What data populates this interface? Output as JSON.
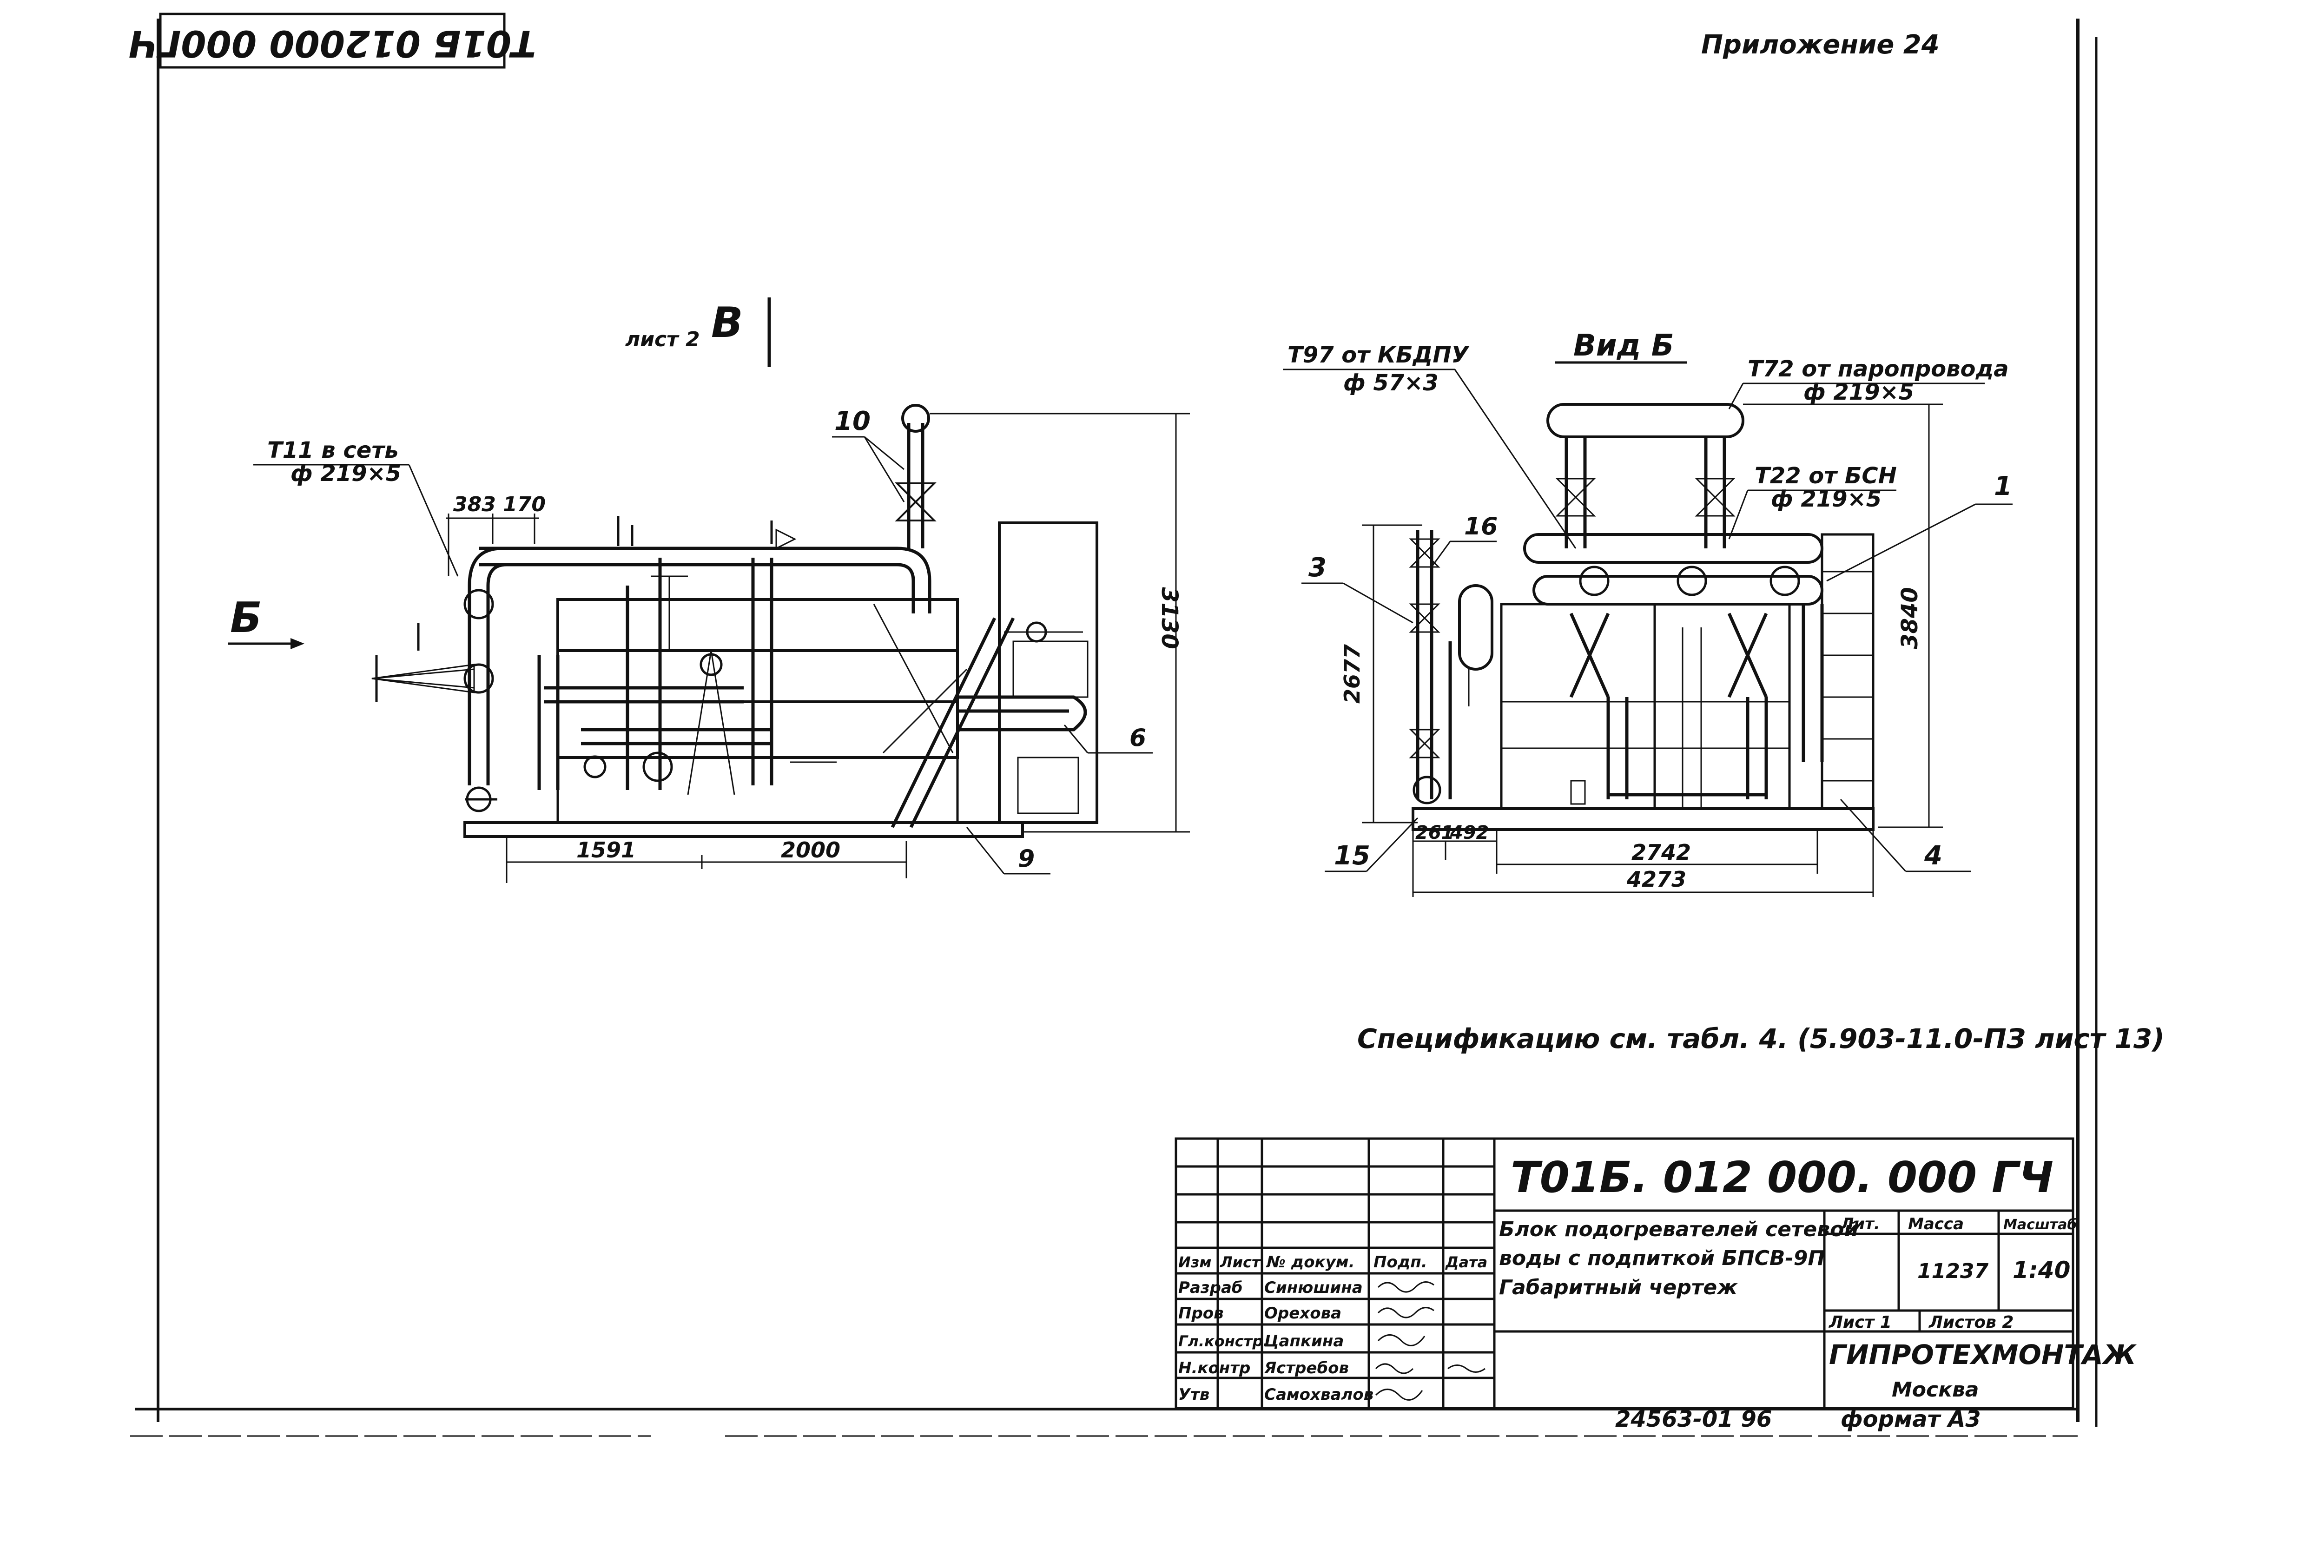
{
  "corner_stamp": "Т01Б 012000 000ГЧ",
  "appendix": "Приложение 24",
  "section_ref": {
    "sheet": "лист 2",
    "letter": "В"
  },
  "view_arrow": "Б",
  "left_view": {
    "callout_t11_title": "Т11 в сеть",
    "callout_t11_size": "ф 219×5",
    "dim_top": "383 170",
    "dim_height": "3130",
    "dim_bottom_left": "1591",
    "dim_bottom_right": "2000",
    "pos_10": "10",
    "pos_6": "6",
    "pos_9": "9"
  },
  "right_view": {
    "title": "Вид Б",
    "callout_t97_title": "Т97 от КБДПУ",
    "callout_t97_size": "ф 57×3",
    "callout_t72_title": "Т72 от паропровода",
    "callout_t72_size": "ф 219×5",
    "callout_t22_title": "Т22 от БСН",
    "callout_t22_size": "ф 219×5",
    "dim_left_height": "2677",
    "dim_right_height": "3840",
    "dim_261": "261",
    "dim_492": "492",
    "dim_2742": "2742",
    "dim_4273": "4273",
    "pos_1": "1",
    "pos_3": "3",
    "pos_4": "4",
    "pos_15": "15",
    "pos_16": "16"
  },
  "spec_note": "Спецификацию см. табл. 4. (5.903-11.0-ПЗ лист 13)",
  "title_block": {
    "doc_number": "Т01Б. 012 000. 000 ГЧ",
    "header": {
      "izm": "Изм",
      "list": "Лист",
      "doc": "№ докум.",
      "sign": "Подп.",
      "date": "Дата"
    },
    "rows": [
      {
        "role": "Разраб",
        "name": "Синюшина"
      },
      {
        "role": "Пров",
        "name": "Орехова"
      },
      {
        "role": "Гл.констр.",
        "name": "Цапкина"
      },
      {
        "role": "Н.контр",
        "name": "Ястребов"
      },
      {
        "role": "Утв",
        "name": "Самохвалов"
      }
    ],
    "name_line1": "Блок подогревателей сетевой",
    "name_line2": "воды с подпиткой БПСВ-9П",
    "name_line3": "Габаритный чертеж",
    "lit_label": "Лит.",
    "mass_label": "Масса",
    "scale_label": "Масштаб",
    "mass_value": "11237",
    "scale_value": "1:40",
    "sheet_label": "Лист 1",
    "sheets_label": "Листов 2",
    "org": "ГИПРОТЕХМОНТАЖ",
    "city": "Москва"
  },
  "bottom_inv": "24563-01 96",
  "bottom_format": "формат А3"
}
